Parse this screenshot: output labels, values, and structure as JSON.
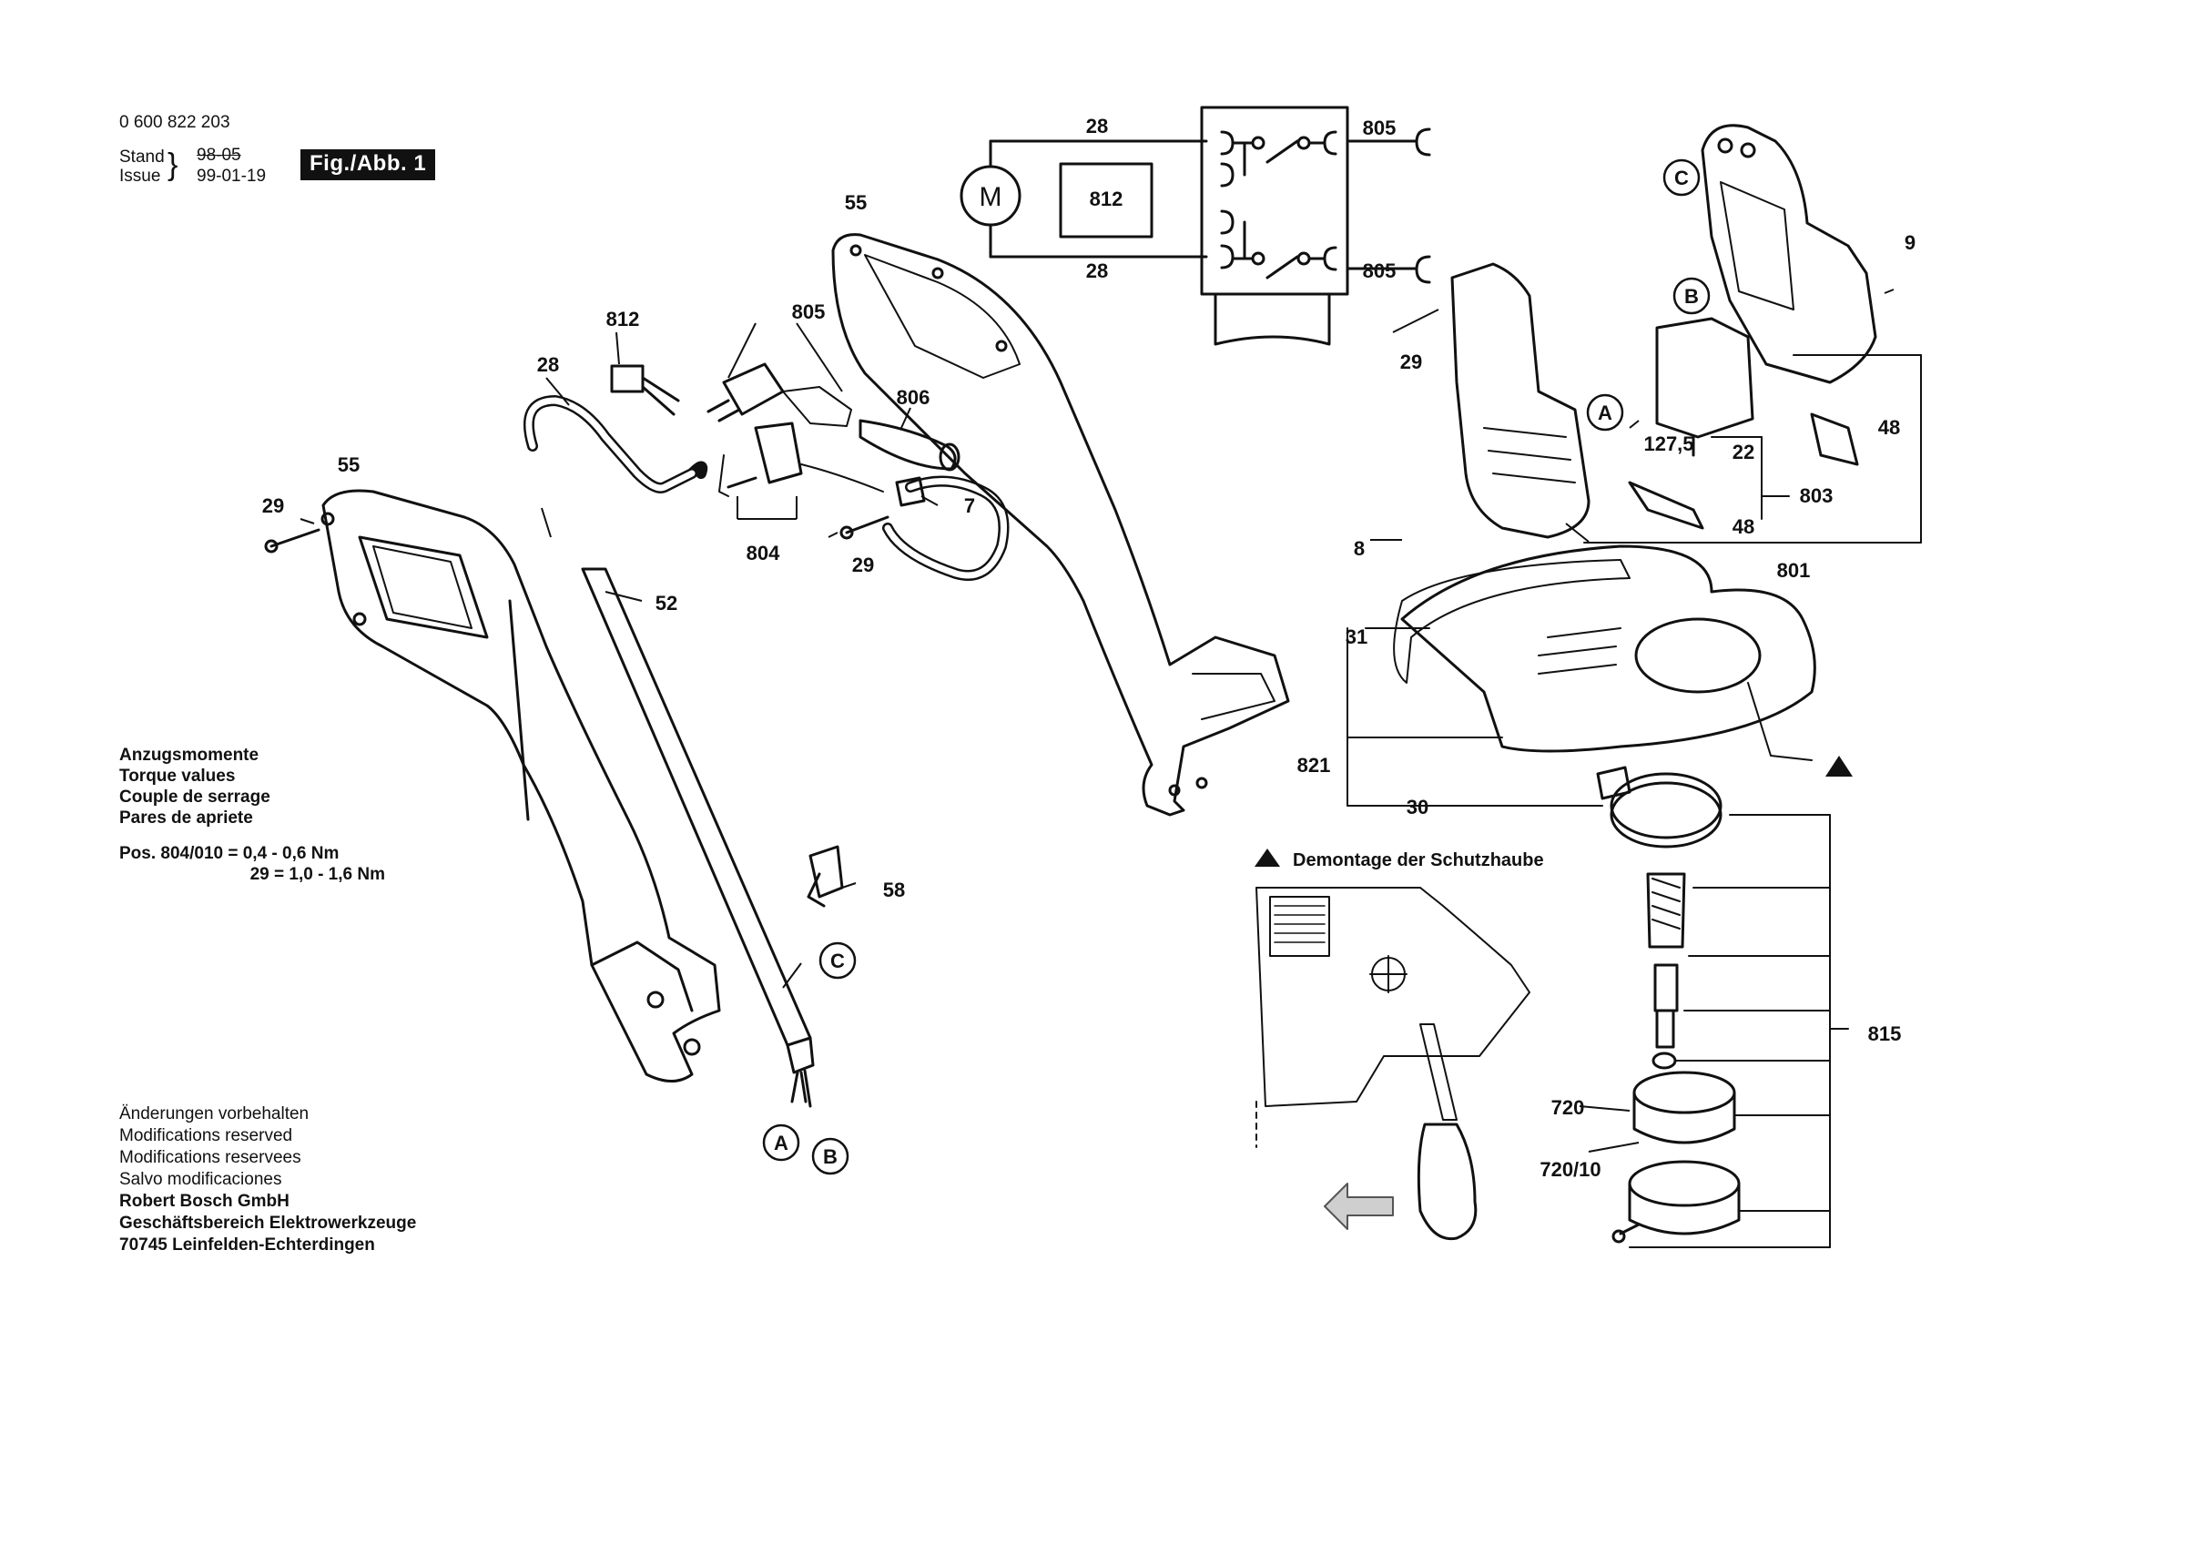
{
  "header": {
    "part_number": "0 600 822 203",
    "stand_label": "Stand",
    "issue_label": "Issue",
    "stand_value": "98-05",
    "issue_value": "99-01-19",
    "figure_label": "Fig./Abb. 1"
  },
  "torque": {
    "lines": [
      "Anzugsmomente",
      "Torque values",
      "Couple de serrage",
      "Pares de apriete"
    ],
    "spec_1": "Pos. 804/010 = 0,4 - 0,6 Nm",
    "spec_2": "29 = 1,0 - 1,6 Nm"
  },
  "footer": {
    "lines": [
      "Änderungen vorbehalten",
      "Modifications reserved",
      "Modifications reservees",
      "Salvo modificaciones"
    ],
    "company": "Robert Bosch GmbH",
    "division": "Geschäftsbereich Elektrowerkzeuge",
    "address": "70745 Leinfelden-Echterdingen"
  },
  "demontage_label": "Demontage der Schutzhaube",
  "schematic": {
    "motor": "M",
    "box": "812",
    "wire_top": "28",
    "wire_bottom": "28",
    "plug_top": "805",
    "plug_bottom": "805"
  },
  "callouts": {
    "c55_left": "55",
    "c29_left": "29",
    "c28": "28",
    "c812": "812",
    "c805": "805",
    "c806": "806",
    "c7": "7",
    "c804": "804",
    "c29_mid": "29",
    "c52": "52",
    "c55_top": "55",
    "c58": "58",
    "c29_right": "29",
    "c9": "9",
    "c48_top": "48",
    "c127": "127,5",
    "c22": "22",
    "c803": "803",
    "c48_bot": "48",
    "c8": "8",
    "c801": "801",
    "c31": "31",
    "c821": "821",
    "c30": "30",
    "c815": "815",
    "c720": "720",
    "c720_10": "720/10"
  },
  "markers": {
    "A_bottom": "A",
    "B_bottom": "B",
    "C_left": "C",
    "A_motor": "A",
    "B_motor": "B",
    "C_housing": "C"
  },
  "colors": {
    "ink": "#111111",
    "paper": "#ffffff",
    "shade": "#d8d8d8"
  }
}
